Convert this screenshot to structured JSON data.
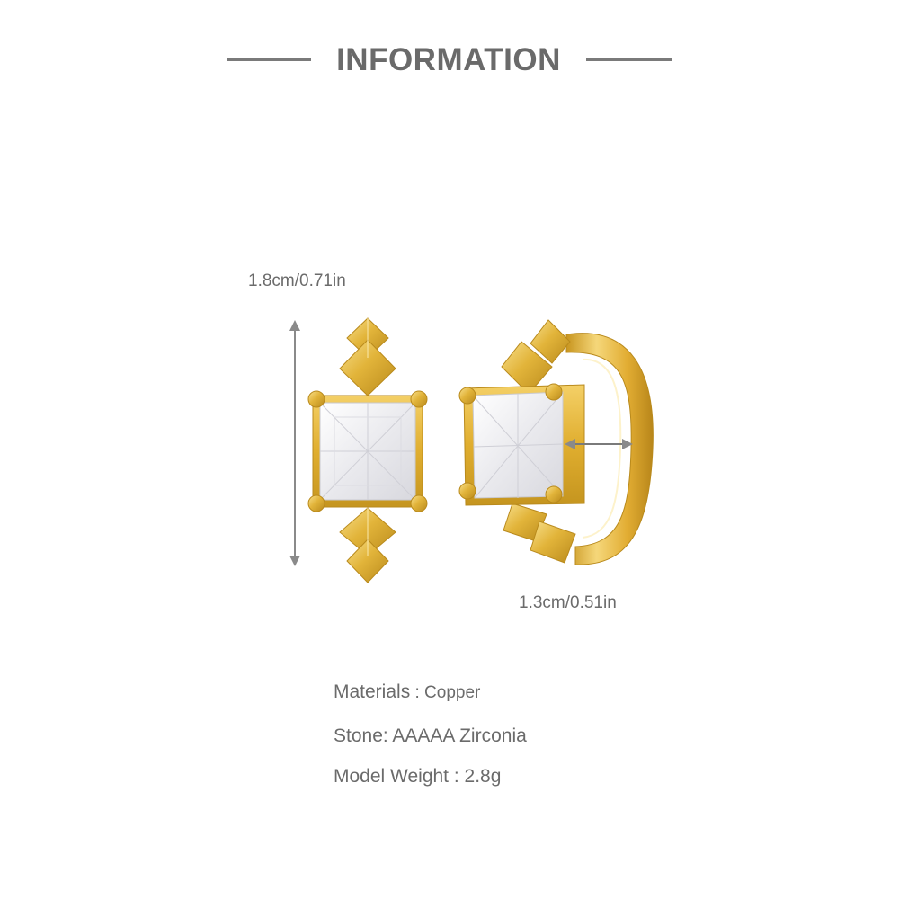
{
  "header": {
    "title": "INFORMATION"
  },
  "dimensions": {
    "height": "1.8cm/0.71in",
    "width": "1.3cm/0.51in"
  },
  "specs": {
    "materials_label": "Materials",
    "materials_sep": " : ",
    "materials_value": "Copper",
    "stone_label": "Stone:",
    "stone_value": " AAAAA Zirconia",
    "weight_label": "Model Weight",
    "weight_sep": " : ",
    "weight_value": "2.8g"
  },
  "colors": {
    "gold": "#e2b43a",
    "gold_dark": "#b98a1c",
    "gold_light": "#f6dc86",
    "stone": "#f4f4f6",
    "text": "#6b6b6b",
    "arrow": "#8a8a8a"
  },
  "icons": {
    "height_arrow": "double-arrow-vertical-icon",
    "width_arrow": "double-arrow-horizontal-icon"
  }
}
